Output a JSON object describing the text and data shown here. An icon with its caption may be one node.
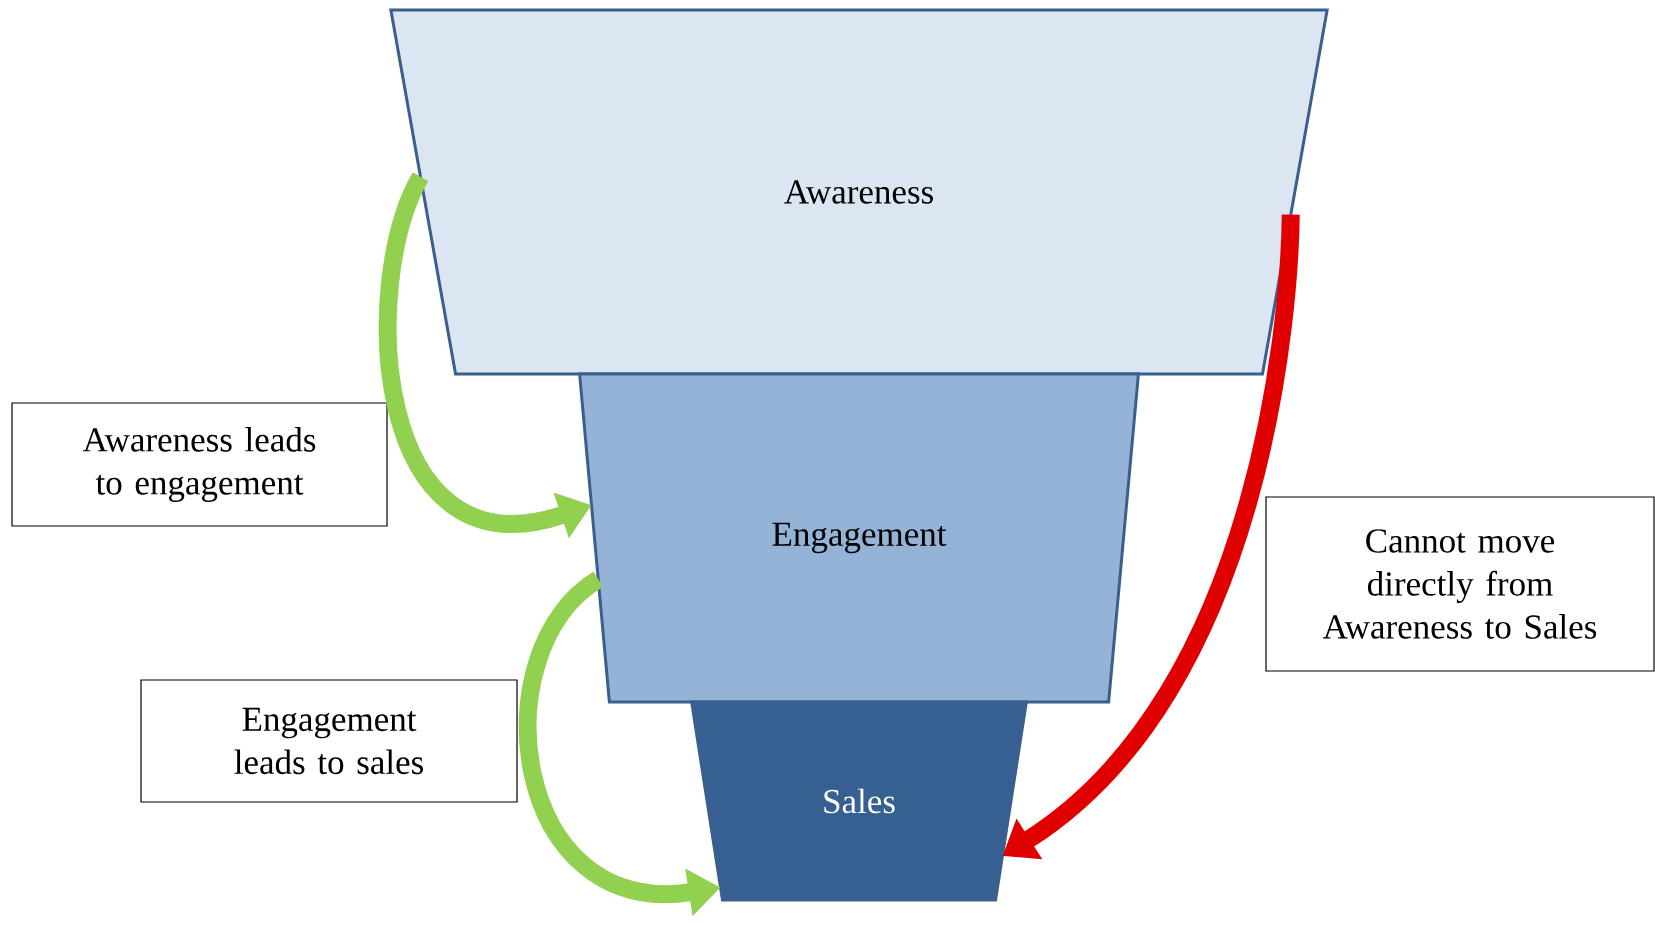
{
  "diagram": {
    "nodes": [
      {
        "text": [
          "Awareness"
        ]
      },
      {
        "text": [
          "Engagement"
        ]
      },
      {
        "text": [
          "Sales"
        ]
      },
      {
        "text": [
          "Awareness leads to engagement"
        ]
      },
      {
        "text": [
          "Engagement leads to sales"
        ]
      },
      {
        "text": [
          "Cannot move directly from Awareness to Sales"
        ]
      }
    ],
    "edges": [
      {
        "from": 0,
        "to": 1,
        "arrow": "to"
      },
      {
        "from": 1,
        "to": 2,
        "arrow": "to"
      },
      {
        "from": 0,
        "to": 2,
        "arrow": "to",
        "color": "#e00000"
      }
    ]
  }
}
